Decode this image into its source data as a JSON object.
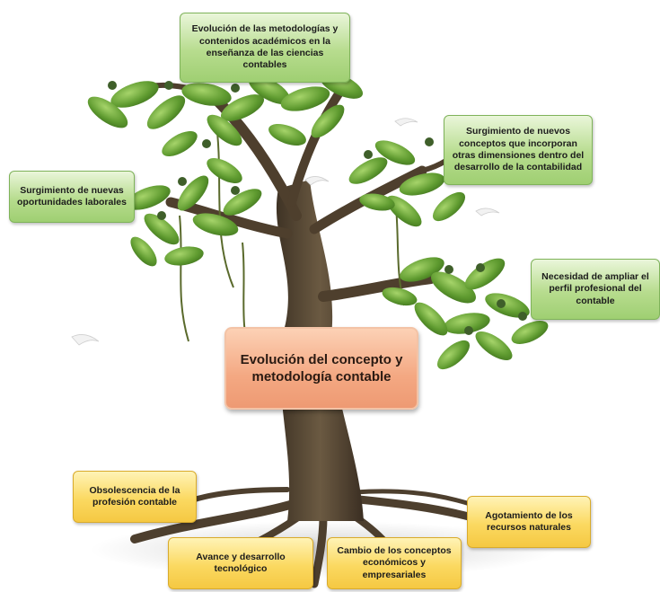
{
  "center": {
    "label": "Evolución del concepto y metodología contable"
  },
  "branches": [
    {
      "id": "top",
      "label": "Evolución de las metodologías y contenidos académicos en la enseñanza de las ciencias contables"
    },
    {
      "id": "left",
      "label": "Surgimiento de nuevas oportunidades laborales"
    },
    {
      "id": "right-top",
      "label": "Surgimiento de nuevos conceptos que incorporan otras dimensiones dentro del desarrollo de la contabilidad"
    },
    {
      "id": "right-mid",
      "label": "Necesidad de ampliar el perfil profesional del contable"
    }
  ],
  "roots": [
    {
      "id": "left-top",
      "label": "Obsolescencia de la profesión contable"
    },
    {
      "id": "bottom-left",
      "label": "Avance y desarrollo tecnológico"
    },
    {
      "id": "bottom-mid",
      "label": "Cambio de los conceptos económicos y empresariales"
    },
    {
      "id": "right",
      "label": "Agotamiento de los recursos naturales"
    }
  ],
  "colors": {
    "branch_box": "#b7dc8e",
    "root_box": "#fbd961",
    "center_box": "#f4a882",
    "trunk": "#5b4a34",
    "leaves": "#6fa83a"
  }
}
